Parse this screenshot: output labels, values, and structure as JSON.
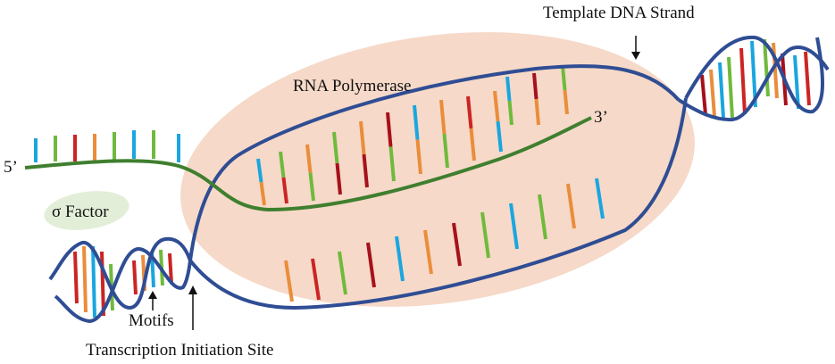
{
  "colors": {
    "dna_strand": "#2f4d94",
    "rna_strand": "#3f7f2f",
    "polymerase_fill": "#f6d9c8",
    "sigma_fill": "#e3eed8",
    "base_blue": "#1aa6df",
    "base_green": "#6fba3c",
    "base_red": "#cc2424",
    "base_darkred": "#a5111c",
    "base_orange": "#ea8d3b"
  },
  "labels": {
    "template": "Template DNA Strand",
    "polymerase": "RNA Polymerase",
    "five_prime": "5’",
    "three_prime": "3’",
    "sigma": "σ Factor",
    "motifs": "Motifs",
    "initiation": "Transcription Initiation Site"
  }
}
